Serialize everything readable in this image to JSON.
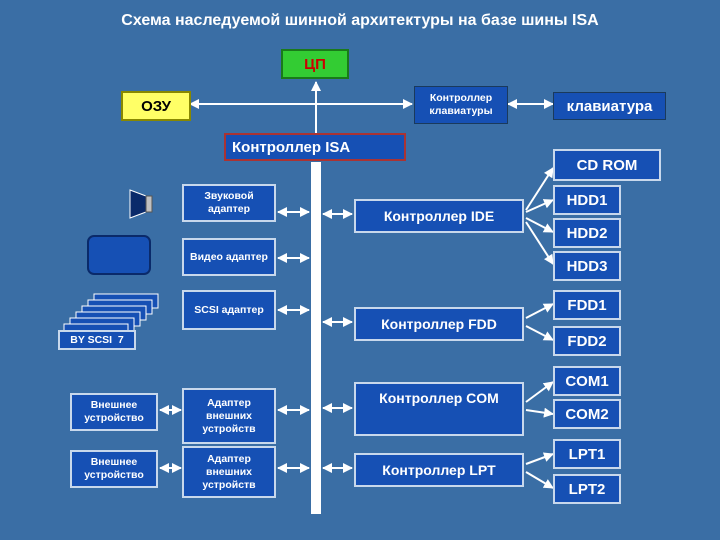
{
  "title": "Схема наследуемой шинной архитектуры на базе шины ISA",
  "cpu": "ЦП",
  "ram": "ОЗУ",
  "kbd_controller": "Контроллер клавиатуры",
  "keyboard": "клавиатура",
  "isa_controller": "Контроллер ISA",
  "adapters": {
    "sound": "Звуковой адаптер",
    "video": "Видео адаптер",
    "scsi": "SCSI адаптер",
    "ext1": "Адаптер внешних устройств",
    "ext2": "Адаптер внешних устройств"
  },
  "scsi_chain_label": "BY SCSI  7",
  "external_device_1": "Внешнее устройство",
  "external_device_2": "Внешнее устройство",
  "controllers": {
    "ide": "Контроллер IDE",
    "fdd": "Контроллер FDD",
    "com": "Контроллер COM",
    "lpt": "Контроллер LPT"
  },
  "devices": {
    "cdrom": "CD ROM",
    "hdd1": "HDD1",
    "hdd2": "HDD2",
    "hdd3": "HDD3",
    "fdd1": "FDD1",
    "fdd2": "FDD2",
    "com1": "COM1",
    "com2": "COM2",
    "lpt1": "LPT1",
    "lpt2": "LPT2"
  },
  "colors": {
    "background": "#3a6ea5",
    "box_blue": "#1650b4",
    "cpu_green": "#33cc33",
    "cpu_text": "#cc0000",
    "ram_yellow": "#ffff66",
    "bus_white": "#ffffff"
  }
}
